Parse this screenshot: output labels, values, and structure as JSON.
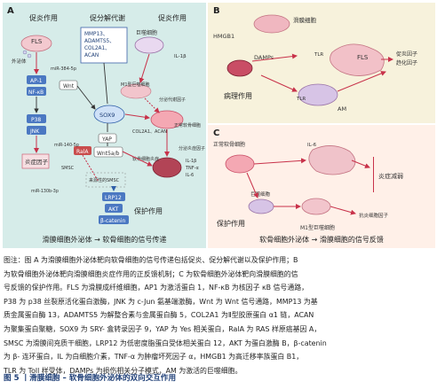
{
  "panel_a": {
    "letter": "A",
    "labels": {
      "pro_inflammatory": "促炎作用",
      "pro_catabolic": "促分解代谢",
      "pro_inflammatory_2": "促炎作用",
      "fls": "FLS",
      "exosome": "外泌体",
      "mmp_box": [
        "MMP13、",
        "ADAMTS5、",
        "COL2A1、",
        "ACAN"
      ],
      "macrophage": "巨噬细胞",
      "il1b": "IL-1β",
      "mir": "miR-384-5p",
      "ap1": "AP-1",
      "nfkb": "NF-κB",
      "wnt": "Wnt",
      "m1": "M1型巨噬细胞",
      "secrete_1": "分泌代谢因子",
      "p38": "P38",
      "jnk": "JNK",
      "sox9": "SOX9",
      "normal_chondrocyte": "正常软骨细胞",
      "col2a1_acan": "COL2A1、ACAN",
      "inflam_factor": "炎症因子",
      "rala": "RalA",
      "yap": "YAP",
      "wnt5ab": "Wnt5a/b",
      "cartilage_inflam": "软骨细胞炎症",
      "secrete_2": "分泌炎症因子",
      "il1b_2": "IL-1β",
      "tnfa": "TNF-α",
      "il6": "IL-6",
      "mir140": "miR-140-5p",
      "smsc_top": "SMSC",
      "mir130b": "miR-130b-3p",
      "smsc_other": "来源性的SMSC",
      "lrp12": "LRP12",
      "akt": "AKT",
      "bcatenin": "β-catenin",
      "protective": "保护作用"
    },
    "footer": "滑膜细胞外泌体 → 软骨细胞的信号传递"
  },
  "panel_b": {
    "letter": "B",
    "labels": {
      "synovial_cell": "滑膜细胞",
      "hmgb1": "HMGB1",
      "damps": "DAMPs",
      "tlr": "TLR",
      "tlr_2": "TLR",
      "fls": "FLS",
      "inflam_factor": "促炎因子",
      "chemokine": "趋化因子",
      "pathological": "病理作用",
      "am": "AM"
    }
  },
  "panel_c": {
    "letter": "C",
    "labels": {
      "normal_chondrocyte": "正常软骨细胞",
      "il6": "IL-6",
      "reduce_inflam": "炎症减弱",
      "protective": "保护作用",
      "macrophage": "巨噬细胞",
      "m1": "M1型巨噬细胞",
      "anti_inflam": "抗炎细胞因子"
    },
    "footer": "软骨细胞外泌体 → 滑膜细胞的信号反馈"
  },
  "caption": {
    "lines": [
      "图注：图 A 为滑膜细胞外泌体靶向软骨细胞的信号传递包括促炎、促分解代谢以及保护作用；B",
      "为软骨细胞外泌体靶向滑膜细胞炎症作用的正反馈机制；C 为软骨细胞外泌体靶向滑膜细胞的信",
      "号反馈的保护作用。FLS 为滑膜成纤维细胞，AP1 为激活蛋白 1，NF-κB 为核因子 κB 信号通路，",
      "P38 为 p38 丝裂原活化蛋白激酶，JNK 为 c-Jun 氨基端激酶，Wnt 为 Wnt 信号通路，MMP13 为基",
      "质金属蛋白酶 13，ADAMTS5 为解整合素与金属蛋白酶 5，COL2A1 为Ⅱ型胶原蛋白 α1 链，ACAN",
      "为聚集蛋白聚糖，SOX9 为 SRY- 盒转录因子 9，YAP 为 Yes 相关蛋白，RalA 为 RAS 样原癌基因 A，",
      "SMSC 为滑膜间充质干细胞，LRP12 为低密度脂蛋白受体相关蛋白 12，AKT 为蛋白激酶 B，β-catenin",
      "为 β- 连环蛋白，IL 为白细胞介素，TNF-α 为肿瘤坏死因子 α，HMGB1 为高迁移率族蛋白 B1，",
      "TLR 为 Toll 样受体，DAMPs 为损伤相关分子模式，AM 为激活的巨噬细胞。"
    ]
  },
  "figure_title": "图 5 丨滑膜细胞 – 软骨细胞外泌体的双向交互作用",
  "colors": {
    "panel_a_bg": "#d6ece9",
    "panel_b_bg": "#f7f2dc",
    "panel_c_bg": "#fff0e8",
    "cell_pink": "#e9a6b2",
    "cell_red": "#c9445a",
    "cell_blue": "#a9c2e8",
    "node_blue": "#4b78c2",
    "node_red": "#c94d4d",
    "arrow_red": "#c8324a",
    "title_blue": "#1f3f77"
  }
}
